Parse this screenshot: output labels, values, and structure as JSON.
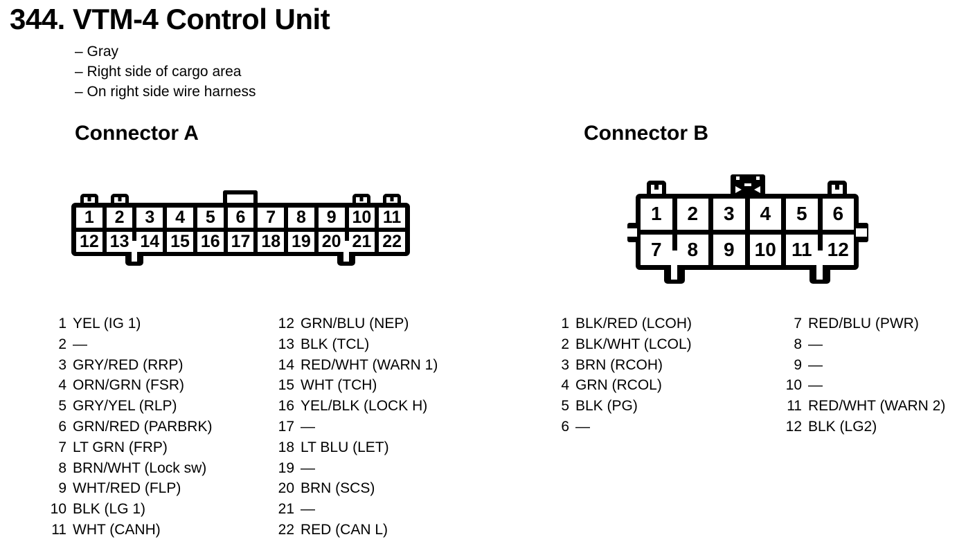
{
  "page": {
    "title": "344. VTM-4 Control Unit",
    "notes": [
      "– Gray",
      "– Right side of cargo area",
      "– On right side wire harness"
    ]
  },
  "colors": {
    "ink": "#000000",
    "paper": "#ffffff"
  },
  "connector_a": {
    "heading": "Connector A",
    "pins_top": [
      "1",
      "2",
      "3",
      "4",
      "5",
      "6",
      "7",
      "8",
      "9",
      "10",
      "11"
    ],
    "pins_bottom": [
      "12",
      "13",
      "14",
      "15",
      "16",
      "17",
      "18",
      "19",
      "20",
      "21",
      "22"
    ],
    "pinout_left": [
      {
        "pin": "1",
        "label": "YEL (IG 1)"
      },
      {
        "pin": "2",
        "label": "—"
      },
      {
        "pin": "3",
        "label": "GRY/RED (RRP)"
      },
      {
        "pin": "4",
        "label": "ORN/GRN (FSR)"
      },
      {
        "pin": "5",
        "label": "GRY/YEL (RLP)"
      },
      {
        "pin": "6",
        "label": "GRN/RED (PARBRK)"
      },
      {
        "pin": "7",
        "label": "LT GRN (FRP)"
      },
      {
        "pin": "8",
        "label": "BRN/WHT (Lock sw)"
      },
      {
        "pin": "9",
        "label": "WHT/RED (FLP)"
      },
      {
        "pin": "10",
        "label": "BLK (LG 1)"
      },
      {
        "pin": "11",
        "label": "WHT (CANH)"
      }
    ],
    "pinout_right": [
      {
        "pin": "12",
        "label": "GRN/BLU (NEP)"
      },
      {
        "pin": "13",
        "label": "BLK (TCL)"
      },
      {
        "pin": "14",
        "label": "RED/WHT (WARN 1)"
      },
      {
        "pin": "15",
        "label": "WHT (TCH)"
      },
      {
        "pin": "16",
        "label": "YEL/BLK (LOCK H)"
      },
      {
        "pin": "17",
        "label": "—"
      },
      {
        "pin": "18",
        "label": "LT BLU (LET)"
      },
      {
        "pin": "19",
        "label": "—"
      },
      {
        "pin": "20",
        "label": "BRN (SCS)"
      },
      {
        "pin": "21",
        "label": "—"
      },
      {
        "pin": "22",
        "label": "RED (CAN L)"
      }
    ]
  },
  "connector_b": {
    "heading": "Connector B",
    "pins_top": [
      "1",
      "2",
      "3",
      "4",
      "5",
      "6"
    ],
    "pins_bottom": [
      "7",
      "8",
      "9",
      "10",
      "11",
      "12"
    ],
    "pinout_left": [
      {
        "pin": "1",
        "label": "BLK/RED (LCOH)"
      },
      {
        "pin": "2",
        "label": "BLK/WHT (LCOL)"
      },
      {
        "pin": "3",
        "label": "BRN (RCOH)"
      },
      {
        "pin": "4",
        "label": "GRN (RCOL)"
      },
      {
        "pin": "5",
        "label": "BLK (PG)"
      },
      {
        "pin": "6",
        "label": "—"
      }
    ],
    "pinout_right": [
      {
        "pin": "7",
        "label": "RED/BLU (PWR)"
      },
      {
        "pin": "8",
        "label": "—"
      },
      {
        "pin": "9",
        "label": "—"
      },
      {
        "pin": "10",
        "label": "—"
      },
      {
        "pin": "11",
        "label": "RED/WHT (WARN 2)"
      },
      {
        "pin": "12",
        "label": "BLK (LG2)"
      }
    ]
  }
}
